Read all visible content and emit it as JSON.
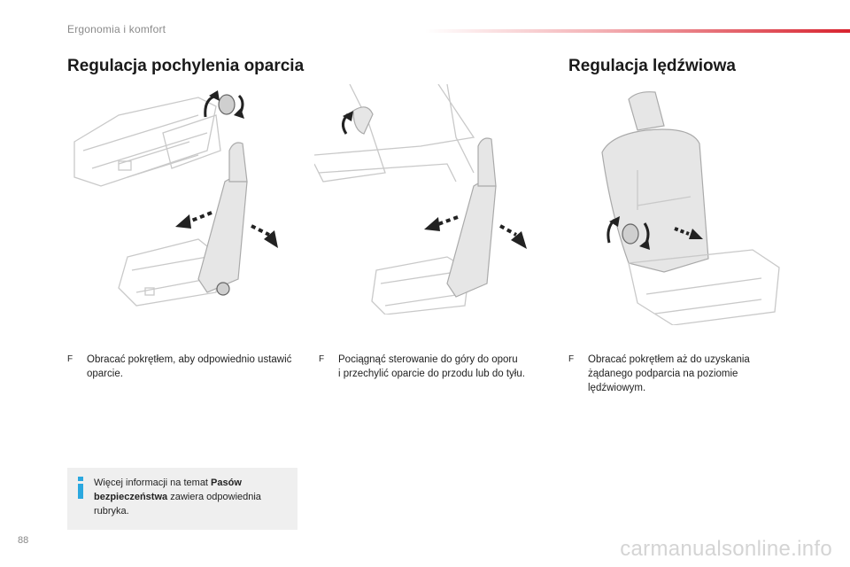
{
  "header": {
    "section_title": "Ergonomia i komfort",
    "accent_color": "#d8232f"
  },
  "headings": {
    "left": "Regulacja pochylenia oparcia",
    "right": "Regulacja lędźwiowa"
  },
  "instructions": [
    {
      "bullet": "F",
      "text": "Obracać pokrętłem, aby odpowiednio ustawić\noparcie."
    },
    {
      "bullet": "F",
      "text": "Pociągnąć sterowanie do góry do oporu\ni przechylić oparcie do przodu lub do tyłu."
    },
    {
      "bullet": "F",
      "text": "Obracać pokrętłem aż do uzyskania\nżądanego podparcia na poziomie\nlędźwiowym."
    }
  ],
  "info_box": {
    "icon": "info-icon",
    "icon_color": "#2ba8df",
    "text_before": "Więcej informacji na temat ",
    "bold": "Pasów bezpieczeństwa",
    "text_after": " zawiera odpowiednia rubryka."
  },
  "footer": {
    "page_number": "88",
    "watermark": "carmanualsonline.info"
  }
}
